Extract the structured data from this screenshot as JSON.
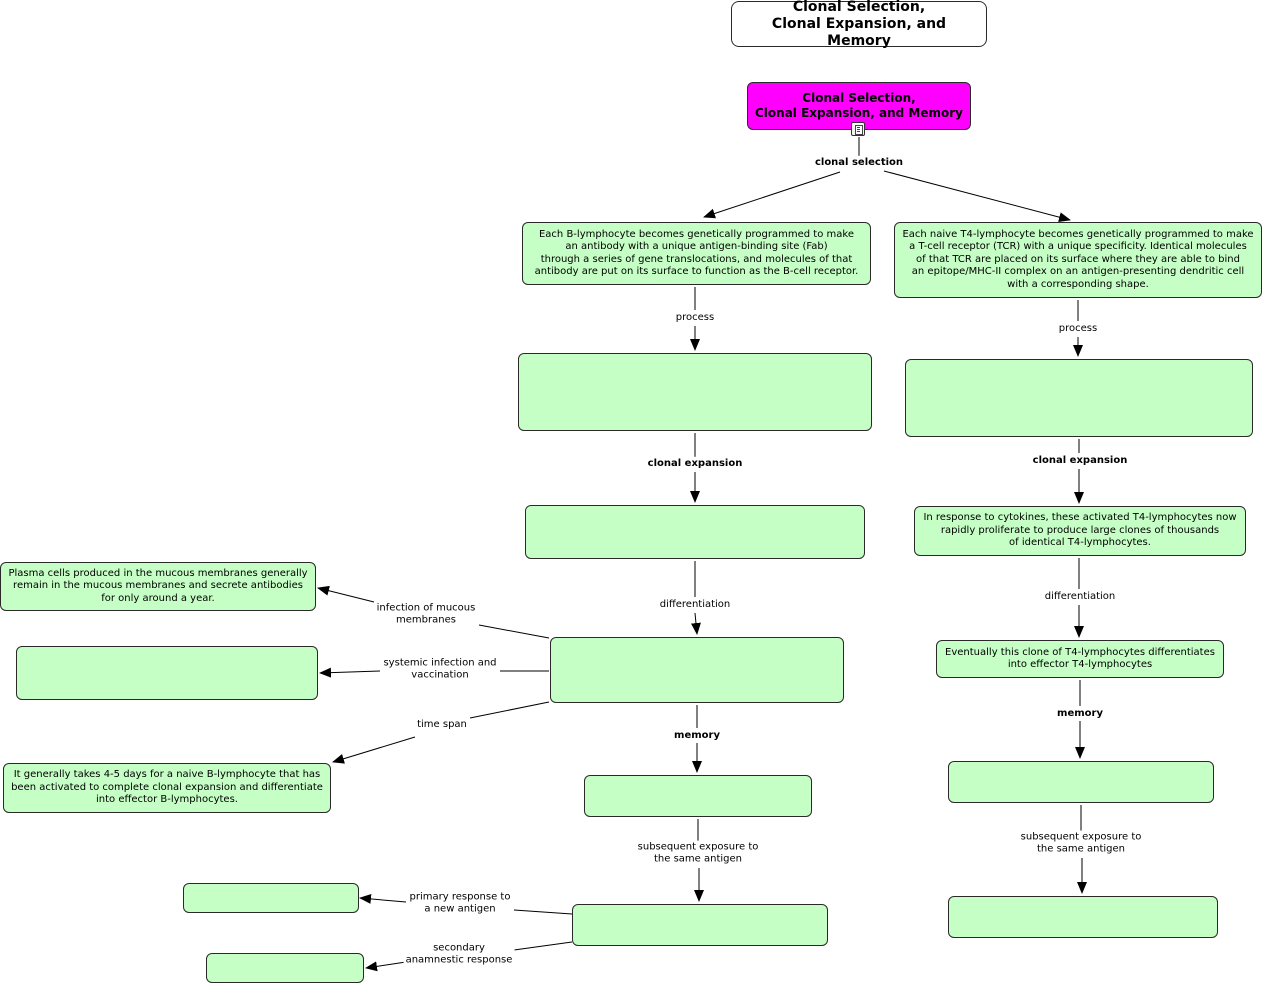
{
  "page_title": "Clonal Selection,\nClonal Expansion, and Memory",
  "root": {
    "text": "Clonal Selection,\nClonal Expansion, and Memory",
    "color": "#ff00ff",
    "icon": "document-icon"
  },
  "node_color": "#c6ffc6",
  "b_cell": {
    "receptor": "Each B-lymphocyte becomes genetically programmed to make\nan antibody with a unique antigen-binding site (Fab)\nthrough a series of gene translocations, and molecules of that\nantibody are put on its surface to function as the B-cell receptor.",
    "activation": "",
    "expansion": "",
    "effector": "",
    "memory": "",
    "secondary": "",
    "mucous": "Plasma cells produced in the mucous membranes generally\nremain in the mucous membranes and secrete antibodies\nfor only around a year.",
    "systemic": "",
    "time_span": "It generally takes 4-5 days for a naive B-lymphocyte that has\nbeen activated to complete clonal expansion and differentiate\ninto effector B-lymphocytes.",
    "primary_result": "",
    "secondary_result": ""
  },
  "t_cell": {
    "receptor": "Each naive T4-lymphocyte becomes genetically programmed to make\na T-cell receptor (TCR) with a unique specificity. Identical molecules\nof that TCR are placed on its surface where they are able to bind\nan epitope/MHC-II complex on an antigen-presenting dendritic cell\nwith a corresponding shape.",
    "activation": "",
    "expansion": "In response to cytokines, these activated T4-lymphocytes now\nrapidly proliferate to produce large clones of thousands\nof identical T4-lymphocytes.",
    "effector": "Eventually this clone of T4-lymphocytes differentiates\ninto effector T4-lymphocytes",
    "memory": "",
    "secondary": ""
  },
  "links": {
    "clonal_selection": "clonal selection",
    "process_b": "process",
    "process_t": "process",
    "clonal_expansion_b": "clonal expansion",
    "clonal_expansion_t": "clonal expansion",
    "differentiation_b": "differentiation",
    "differentiation_t": "differentiation",
    "infection_mucous": "infection of mucous\nmembranes",
    "systemic_infection": "systemic infection and\nvaccination",
    "time_span": "time span",
    "memory_b": "memory",
    "memory_t": "memory",
    "subsequent_b": "subsequent exposure to\nthe same antigen",
    "subsequent_t": "subsequent exposure to\nthe same antigen",
    "primary_response": "primary response to\na new antigen",
    "secondary_response": "secondary\nanamnestic response"
  }
}
